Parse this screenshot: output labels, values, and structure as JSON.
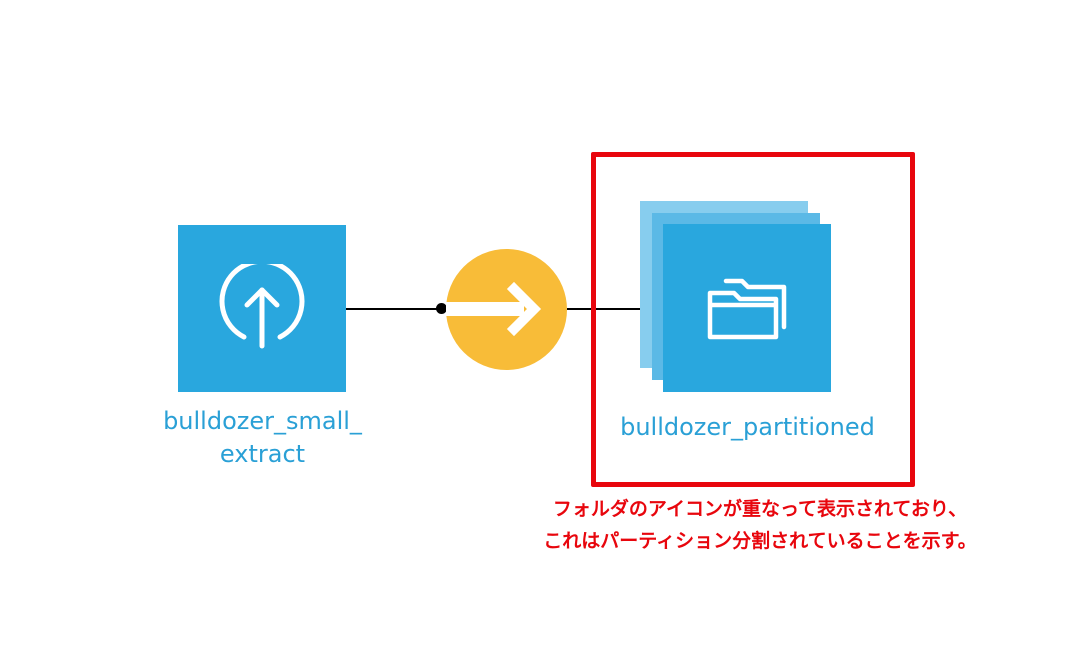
{
  "flow": {
    "source": {
      "label_line1": "bulldozer_small_",
      "label_line2": "extract",
      "icon": "upload-circle-icon",
      "color": "#29a7de"
    },
    "recipe": {
      "icon": "arrow-right-icon",
      "color": "#f8bc38"
    },
    "output": {
      "label": "bulldozer_partitioned",
      "icon": "folders-icon",
      "color": "#29a7de"
    }
  },
  "annotation": {
    "line1": "フォルダのアイコンが重なって表示されており、",
    "line2": "これはパーティション分割されていることを示す。",
    "color": "#e8060d"
  }
}
